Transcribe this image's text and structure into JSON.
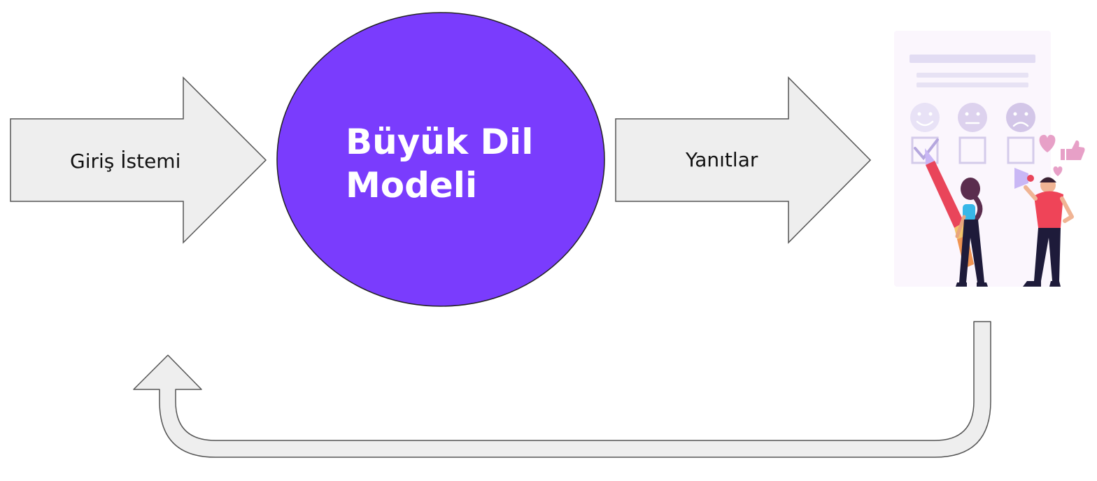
{
  "diagram": {
    "input_arrow": {
      "label": "Giriş İstemi"
    },
    "model_circle": {
      "label_line1": "Büyük Dil",
      "label_line2": "Modeli"
    },
    "output_arrow": {
      "label": "Yanıtlar"
    },
    "feedback_illustration": {
      "icon": "survey-feedback-illustration",
      "rating_faces": [
        "happy-face-icon",
        "neutral-face-icon",
        "sad-face-icon"
      ],
      "checkbox_states": [
        "checked",
        "unchecked",
        "unchecked"
      ]
    },
    "feedback_loop_arrow": {
      "icon": "u-turn-arrow-icon"
    }
  },
  "colors": {
    "model_fill": "#7a3cfd",
    "arrow_fill": "#eeeeee",
    "arrow_stroke": "#555555",
    "illustration_pen": "#e9455a",
    "illustration_shirt": "#ef4458",
    "illustration_faces": "#d9cfee"
  }
}
